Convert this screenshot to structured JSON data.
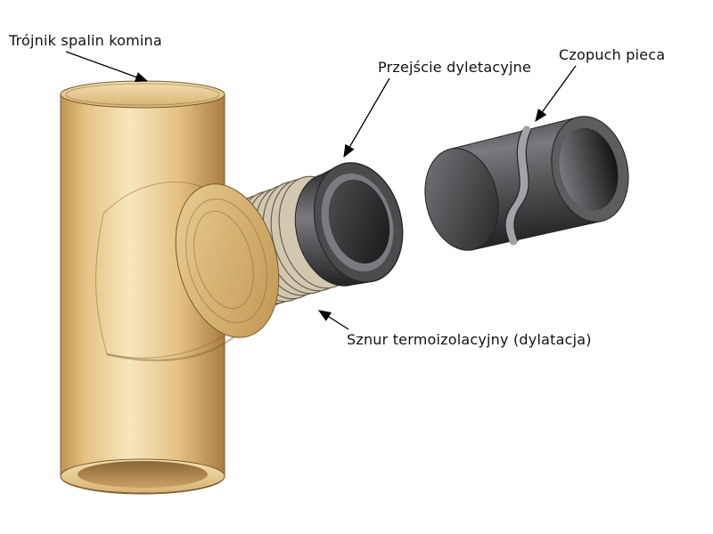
{
  "labels": {
    "tee": "Trójnik spalin komina",
    "transition": "Przejście dyletacyjne",
    "flue": "Czopuch pieca",
    "cord": "Sznur termoizolacyjny (dylatacja)"
  },
  "colors": {
    "background": "#ffffff",
    "text": "#111111",
    "line": "#000000",
    "outline": "#7a5c30",
    "tee_edge": "#bf944e",
    "tee_body": "#e6c183",
    "tee_highlight": "#f6e7bd",
    "tee_deep": "#a87c41",
    "ring_light": "#eccf97",
    "tee_inner_light": "#cba064",
    "tee_inner_dark": "#8a6636",
    "cap_light": "#f2e0b0",
    "cap_dark": "#d8b372",
    "thread_fill": "#d2c8b0",
    "thread_line": "#675f50",
    "steel_top": "#3c3c3e",
    "steel_highlight": "#7a7a7e",
    "steel_body": "#525255",
    "steel_shadow": "#232325",
    "steel_face": "#5d5d60",
    "steel_rim": "#7b7b7f",
    "steel_hole": "#141416",
    "seam_light": "#a2a2a6",
    "collar_face": "#4b4b4e"
  }
}
